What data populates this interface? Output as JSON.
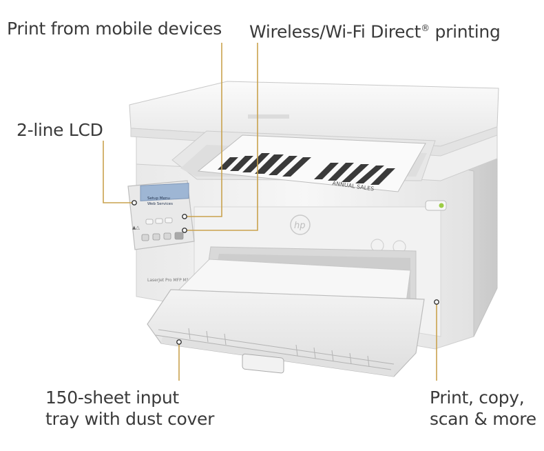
{
  "callouts": {
    "mobile": "Print from mobile devices",
    "wireless_main": "Wireless/Wi-Fi Direct",
    "wireless_reg": "®",
    "wireless_tail": " printing",
    "lcd": "2-line LCD",
    "tray_line1": "150-sheet input",
    "tray_line2": "tray with dust cover",
    "print_line1": "Print, copy,",
    "print_line2": "scan & more"
  },
  "device": {
    "brand_logo": "hp",
    "model_label": "LaserJet Pro MFP M130nw",
    "lcd_line1": "Setup Menu",
    "lcd_line2": "Web Services",
    "output_document": "ANNUAL SALES"
  },
  "colors": {
    "callout_line": "#c9a24d",
    "callout_text": "#3a3a3a",
    "printer_body": "#f4f4f4",
    "power_led": "#9ccc45"
  }
}
